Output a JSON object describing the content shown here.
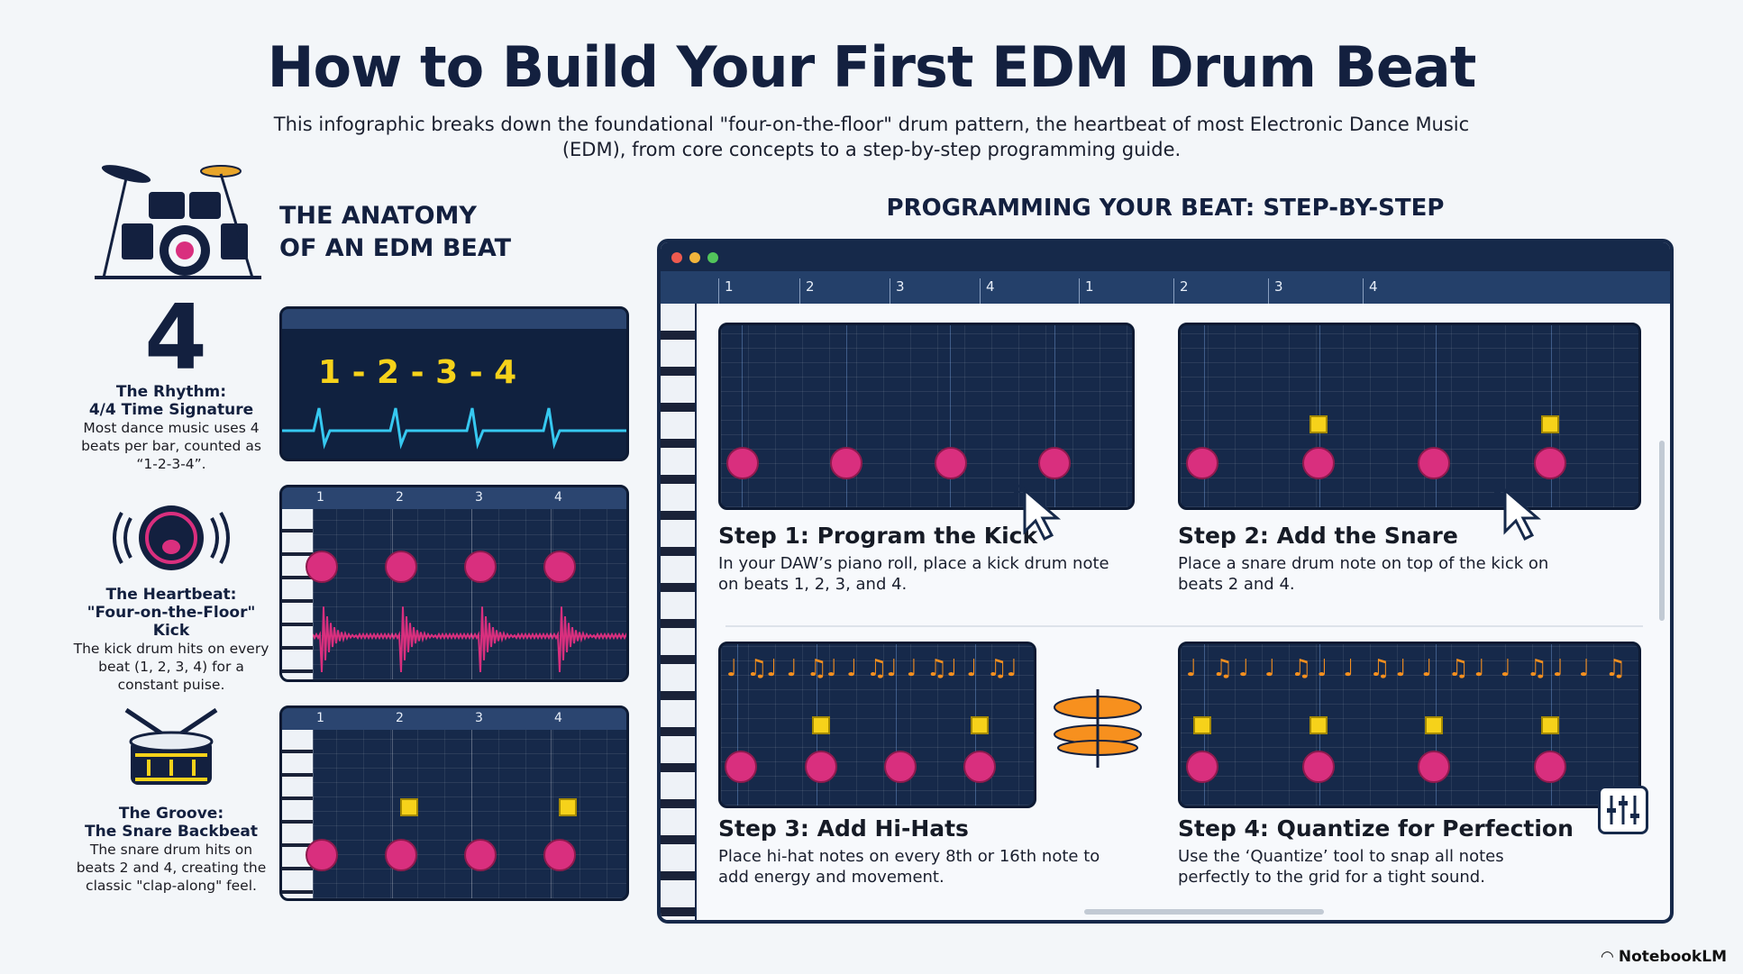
{
  "title": "How to Build Your First EDM Drum Beat",
  "subtitle": "This infographic breaks down the foundational \"four-on-the-floor\" drum pattern, the heartbeat of most Electronic Dance Music (EDM), from core concepts to a step-by-step programming guide.",
  "anatomy": {
    "heading_line1": "THE ANATOMY",
    "heading_line2": "OF AN EDM BEAT",
    "big_number": "4",
    "rhythm": {
      "title1": "The Rhythm:",
      "title2": "4/4 Time Signature",
      "desc": "Most dance music uses 4 beats per bar, counted as “1-2-3-4”."
    },
    "heartbeat": {
      "title1": "The Heartbeat:",
      "title2": "\"Four-on-the-Floor\" Kick",
      "desc": "The kick drum hits on every beat (1, 2, 3, 4) for a constant puise."
    },
    "groove": {
      "title1": "The Groove:",
      "title2": "The Snare Backbeat",
      "desc": "The snare drum hits on beats 2 and 4, creating the classic \"clap-along\" feel."
    },
    "count_display": "1 - 2 - 3 - 4",
    "beats": [
      "1",
      "2",
      "3",
      "4"
    ]
  },
  "programming": {
    "heading": "PROGRAMMING YOUR BEAT: STEP-BY-STEP",
    "ruler": [
      "1",
      "2",
      "3",
      "4",
      "1",
      "2",
      "3",
      "4"
    ],
    "steps": [
      {
        "title": "Step 1: Program the Kick",
        "desc": "In your DAW’s piano roll, place a kick drum note on beats 1, 2, 3, and 4."
      },
      {
        "title": "Step 2: Add the Snare",
        "desc": "Place a snare drum note on top of the kick on beats 2 and 4."
      },
      {
        "title": "Step 3: Add Hi-Hats",
        "desc": "Place hi-hat notes on every 8th or 16th note to add energy and movement."
      },
      {
        "title": "Step 4: Quantize for Perfection",
        "desc": "Use the ‘Quantize’ tool to snap all notes perfectly to the grid for a tight sound."
      }
    ]
  },
  "footer": {
    "brand": "NotebookLM"
  },
  "colors": {
    "kick": "#d92f7e",
    "snare": "#f6d21a",
    "hihat": "#f7901e",
    "navy": "#16294a",
    "pulse": "#36c8f0"
  }
}
